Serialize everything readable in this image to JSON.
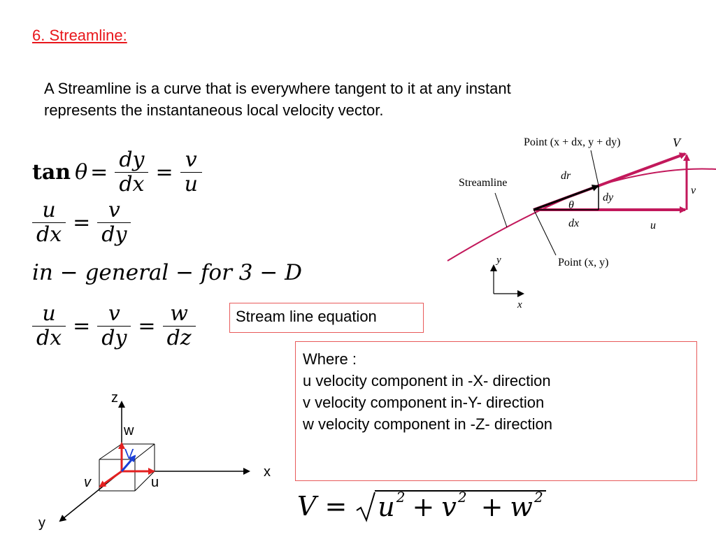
{
  "slide": {
    "title": "6. Streamline:",
    "intro_line1": "A Streamline is a curve that is everywhere tangent to it at any instant",
    "intro_line2": "represents the instantaneous local velocity vector."
  },
  "equations": {
    "tan": "tan",
    "theta": "θ",
    "eq": "=",
    "dy": "dy",
    "dx": "dx",
    "dz": "dz",
    "u": "u",
    "v": "v",
    "w": "w",
    "general": "in − general − for 3 − D",
    "speed_V": "V",
    "speed_u": "u",
    "speed_v": "v",
    "speed_w": "w",
    "speed_sq": "2",
    "speed_plus": "+"
  },
  "stream_box_label": "Stream line equation",
  "where_box": {
    "heading": "Where :",
    "line_u": "u velocity component in  -X- direction",
    "line_v": "v velocity component in-Y- direction",
    "line_w": "w velocity component in -Z- direction"
  },
  "streamline_figure": {
    "point_top": "Point (x + dx, y + dy)",
    "vector_V": "V",
    "dr": "dr",
    "streamline": "Streamline",
    "dy": "dy",
    "v": "v",
    "theta": "θ",
    "dx": "dx",
    "u": "u",
    "point_xy": "Point (x, y)",
    "axis_y": "y",
    "axis_x": "x",
    "curve_color": "#c2185b",
    "arrow_color": "#c2185b"
  },
  "axes_3d": {
    "z": "z",
    "w": "w",
    "V": "V",
    "x": "x",
    "v": "v",
    "u": "u",
    "y": "y",
    "red_color": "#e32020",
    "blue_color": "#1a3fd6"
  }
}
